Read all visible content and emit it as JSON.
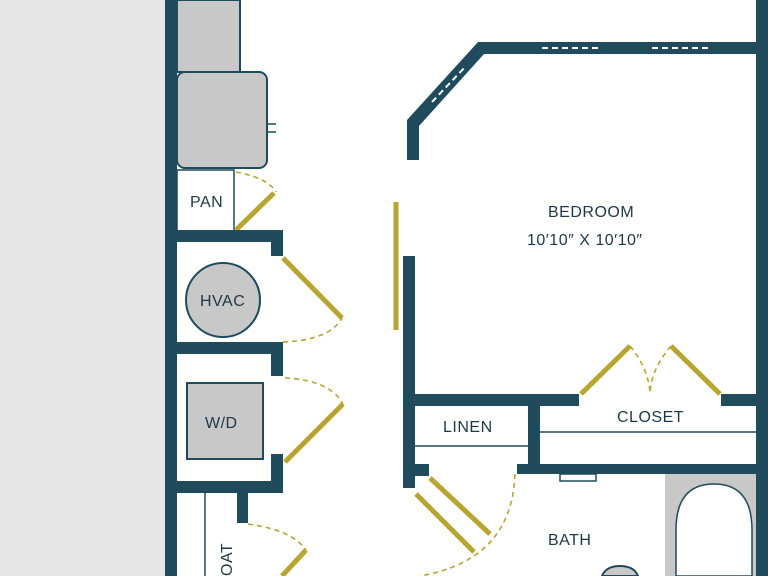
{
  "plan": {
    "rooms": {
      "bedroom": {
        "name": "BEDROOM",
        "dimensions": "10′10″ X 10′10″"
      },
      "closet": {
        "name": "CLOSET"
      },
      "linen": {
        "name": "LINEN"
      },
      "bath": {
        "name": "BATH"
      },
      "pantry": {
        "name": "PAN"
      },
      "hvac": {
        "name": "HVAC"
      },
      "washer_dryer": {
        "name": "W/D"
      },
      "coat": {
        "name": "OAT"
      }
    },
    "colors": {
      "wall": "#1f4b5c",
      "door": "#b8a531",
      "fixture": "#c8c8c8",
      "exterior": "#e6e6e6",
      "text": "#1f3744"
    }
  }
}
